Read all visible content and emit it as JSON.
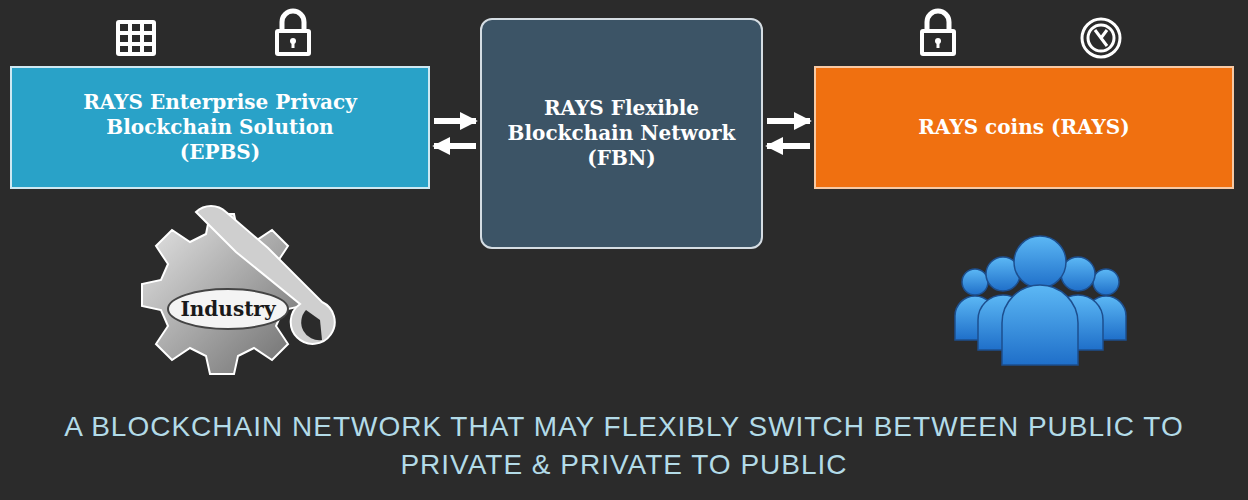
{
  "diagram": {
    "caption": "A BLOCKCHAIN NETWORK THAT MAY FLEXIBLY SWITCH BETWEEN PUBLIC TO PRIVATE & PRIVATE TO PUBLIC",
    "nodes": [
      {
        "text": [
          "RAYS Enterprise Privacy Blockchain Solution (EPBS)"
        ]
      },
      {
        "text": [
          "RAYS Flexible Blockchain Network (FBN)"
        ]
      },
      {
        "text": [
          "RAYS coins (RAYS)"
        ]
      }
    ],
    "edges": [
      {
        "from": 0,
        "to": 1,
        "arrow": "to"
      },
      {
        "from": 1,
        "to": 0,
        "arrow": "to"
      },
      {
        "from": 1,
        "to": 2,
        "arrow": "to"
      },
      {
        "from": 2,
        "to": 1,
        "arrow": "to"
      }
    ],
    "labels": [
      "Industry"
    ]
  }
}
